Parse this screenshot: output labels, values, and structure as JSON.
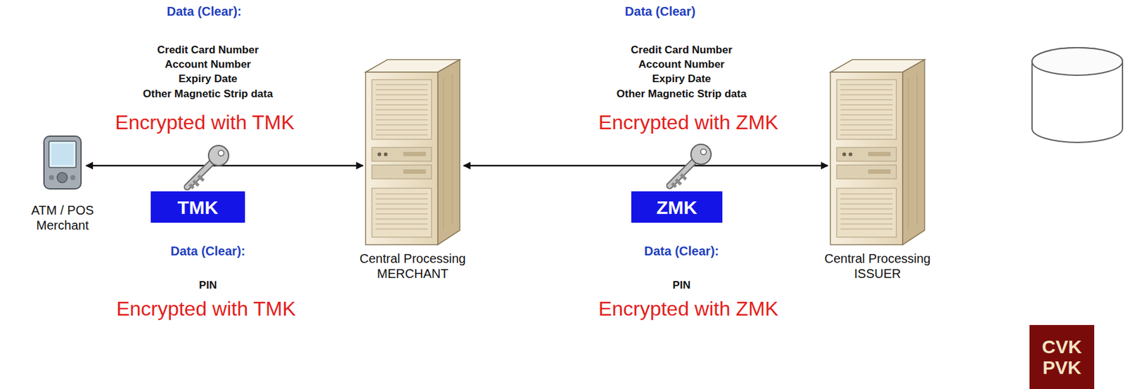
{
  "diagram": {
    "nodes": [
      {
        "text": [
          "ATM / POS Merchant"
        ]
      },
      {
        "text": [
          "Central Processing MERCHANT"
        ]
      },
      {
        "text": [
          "Central Processing ISSUER"
        ]
      },
      {
        "text": [
          "TMK"
        ]
      },
      {
        "text": [
          "ZMK"
        ]
      },
      {
        "text": [
          "CVK PVK"
        ]
      }
    ],
    "edges": [
      {
        "from": 0,
        "to": 1,
        "arrow": "both"
      },
      {
        "from": 1,
        "to": 2,
        "arrow": "both"
      }
    ],
    "labels": [
      "Data (Clear):",
      "Credit Card Number",
      "Account Number",
      "Expiry Date",
      "Other Magnetic Strip data",
      "Encrypted with TMK",
      "Data (Clear):",
      "PIN",
      "Encrypted with TMK",
      "Data (Clear)",
      "Credit Card Number",
      "Account Number",
      "Expiry Date",
      "Other Magnetic Strip data",
      "Encrypted with ZMK",
      "Data (Clear):",
      "PIN",
      "Encrypted with ZMK"
    ]
  }
}
